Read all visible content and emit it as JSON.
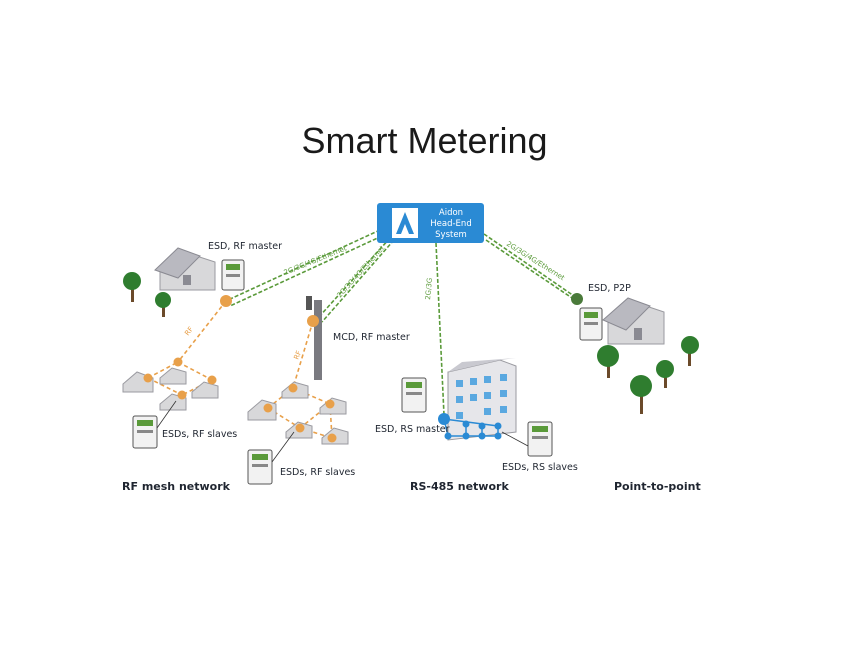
{
  "title": "Smart Metering",
  "head_end": {
    "line1": "Aidon",
    "line2": "Head-End",
    "line3": "System"
  },
  "links": {
    "to_rf_master": "2G/3G/4G/Ethernet",
    "to_mcd": "2G/3G/4G/Ethernet",
    "to_rs485": "2G/3G",
    "to_p2p": "2G/3G/4G/Ethernet"
  },
  "rf_labels": {
    "a": "RF",
    "b": "RF"
  },
  "nodes": {
    "esd_rf_master": "ESD, RF master",
    "mcd_rf_master": "MCD, RF master",
    "esds_rf_slaves_1": "ESDs, RF slaves",
    "esds_rf_slaves_2": "ESDs, RF slaves",
    "esd_rs_master": "ESD, RS master",
    "esds_rs_slaves": "ESDs, RS slaves",
    "esd_p2p": "ESD, P2P"
  },
  "networks": {
    "rf_mesh": "RF mesh network",
    "rs485": "RS-485 network",
    "p2p": "Point-to-point"
  },
  "colors": {
    "head_end": "#2a8ad4",
    "cellular_link": "#5a9a3a",
    "rf_link": "#e8a04a",
    "rs_link": "#2a8ad4",
    "p2p_node": "#4a7a3a"
  }
}
